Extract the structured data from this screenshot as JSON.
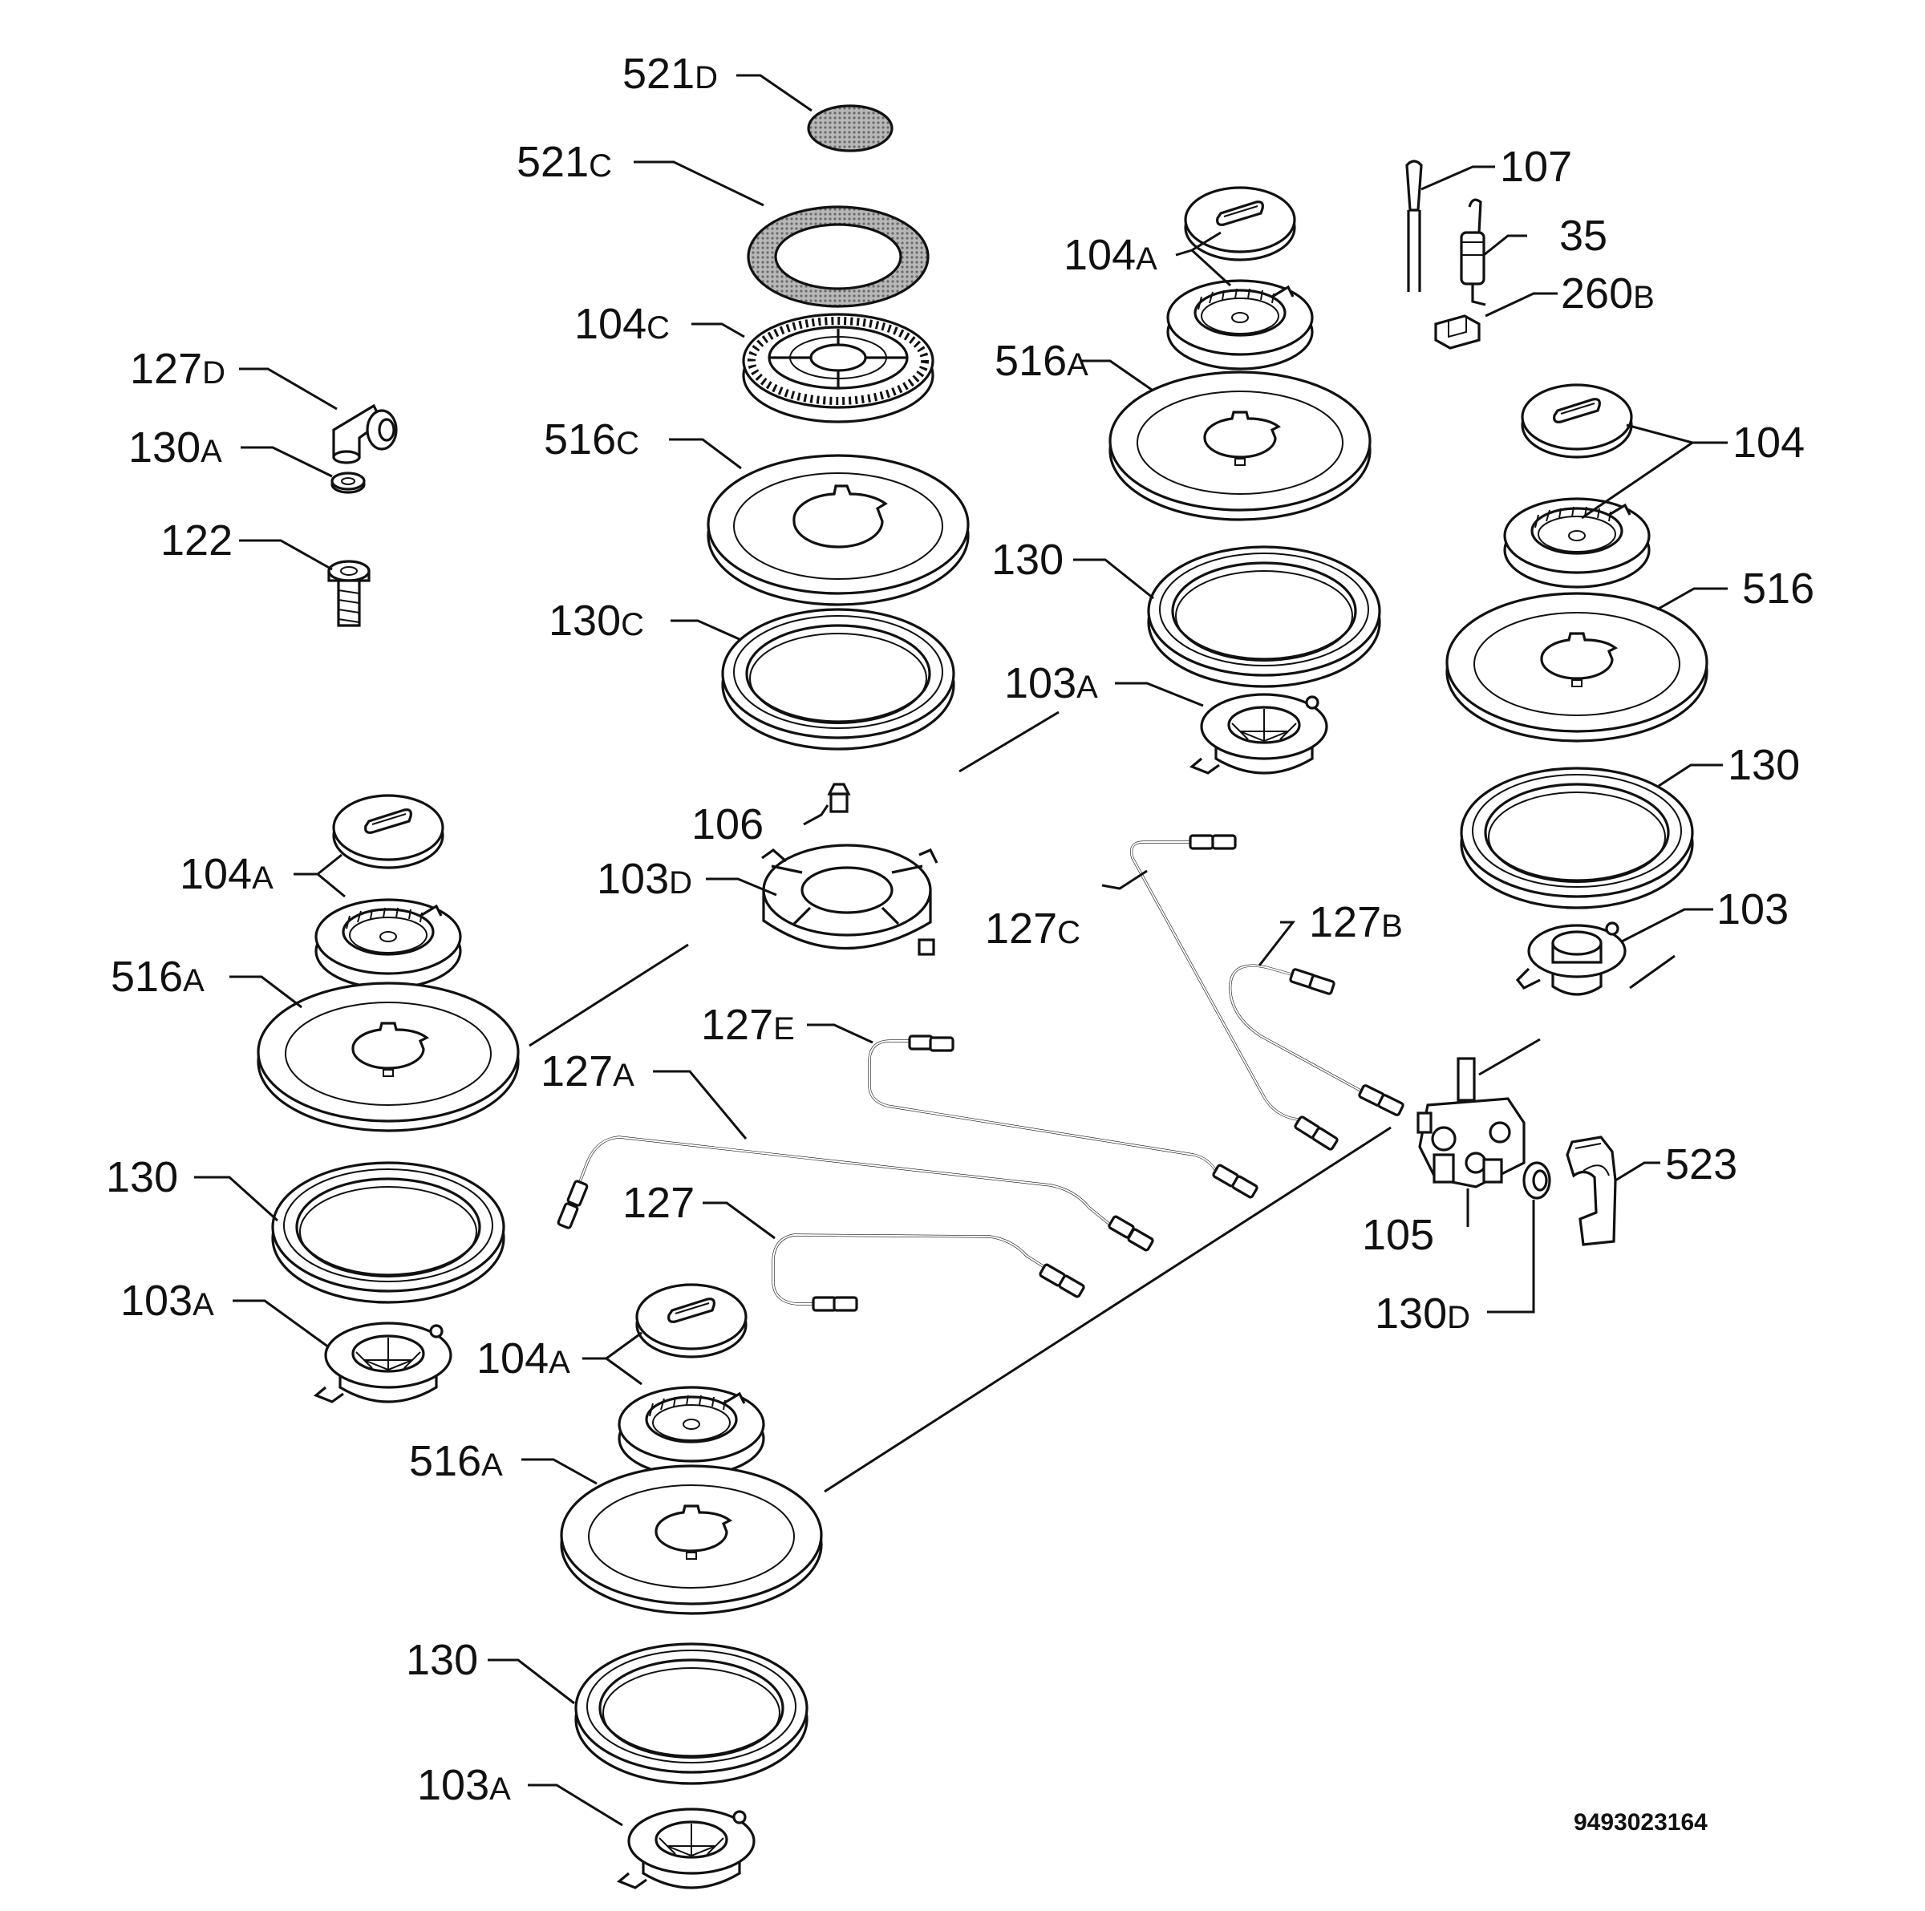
{
  "diagram": {
    "code": "9493023164",
    "parts": [
      {
        "id": "p521d",
        "num": "521",
        "suf": "D"
      },
      {
        "id": "p521c",
        "num": "521",
        "suf": "C"
      },
      {
        "id": "p104c",
        "num": "104",
        "suf": "C"
      },
      {
        "id": "p516c",
        "num": "516",
        "suf": "C"
      },
      {
        "id": "p130c",
        "num": "130",
        "suf": "C"
      },
      {
        "id": "p106",
        "num": "106",
        "suf": ""
      },
      {
        "id": "p103d",
        "num": "103",
        "suf": "D"
      },
      {
        "id": "p127d",
        "num": "127",
        "suf": "D"
      },
      {
        "id": "p130a",
        "num": "130",
        "suf": "A"
      },
      {
        "id": "p122",
        "num": "122",
        "suf": ""
      },
      {
        "id": "p104a_tc",
        "num": "104",
        "suf": "A"
      },
      {
        "id": "p516a_tc",
        "num": "516",
        "suf": "A"
      },
      {
        "id": "p130_tc",
        "num": "130",
        "suf": ""
      },
      {
        "id": "p103a_tc",
        "num": "103",
        "suf": "A"
      },
      {
        "id": "p107",
        "num": "107",
        "suf": ""
      },
      {
        "id": "p35",
        "num": "35",
        "suf": ""
      },
      {
        "id": "p260b",
        "num": "260",
        "suf": "B"
      },
      {
        "id": "p104_r",
        "num": "104",
        "suf": ""
      },
      {
        "id": "p516_r",
        "num": "516",
        "suf": ""
      },
      {
        "id": "p130_r",
        "num": "130",
        "suf": ""
      },
      {
        "id": "p103_r",
        "num": "103",
        "suf": ""
      },
      {
        "id": "p104a_l",
        "num": "104",
        "suf": "A"
      },
      {
        "id": "p516a_l",
        "num": "516",
        "suf": "A"
      },
      {
        "id": "p130_l",
        "num": "130",
        "suf": ""
      },
      {
        "id": "p103a_l",
        "num": "103",
        "suf": "A"
      },
      {
        "id": "p127c",
        "num": "127",
        "suf": "C"
      },
      {
        "id": "p127b",
        "num": "127",
        "suf": "B"
      },
      {
        "id": "p127e",
        "num": "127",
        "suf": "E"
      },
      {
        "id": "p127a",
        "num": "127",
        "suf": "A"
      },
      {
        "id": "p127",
        "num": "127",
        "suf": ""
      },
      {
        "id": "p105",
        "num": "105",
        "suf": ""
      },
      {
        "id": "p523",
        "num": "523",
        "suf": ""
      },
      {
        "id": "p130d",
        "num": "130",
        "suf": "D"
      },
      {
        "id": "p104a_b",
        "num": "104",
        "suf": "A"
      },
      {
        "id": "p516a_b",
        "num": "516",
        "suf": "A"
      },
      {
        "id": "p130_b",
        "num": "130",
        "suf": ""
      },
      {
        "id": "p103a_b",
        "num": "103",
        "suf": "A"
      }
    ]
  }
}
